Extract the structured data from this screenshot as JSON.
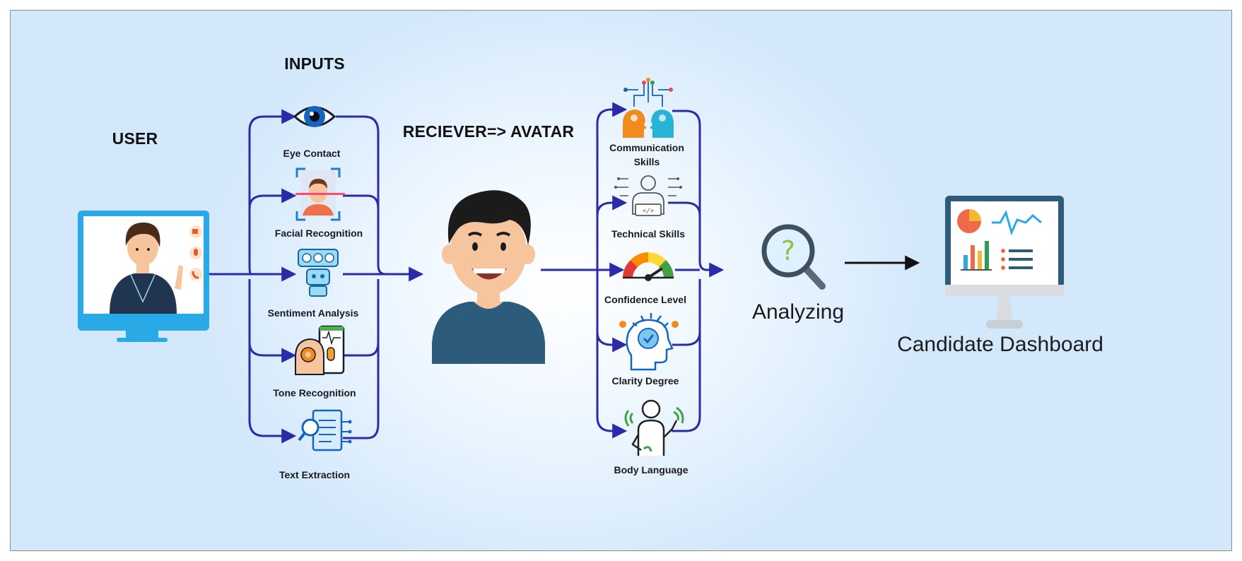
{
  "headers": {
    "user": "USER",
    "inputs": "INPUTS",
    "receiver": "RECIEVER=> AVATAR"
  },
  "inputs": [
    {
      "label": "Eye Contact",
      "icon": "eye-icon"
    },
    {
      "label": "Facial Recognition",
      "icon": "face-scan-icon"
    },
    {
      "label": "Sentiment Analysis",
      "icon": "sentiment-robot-icon"
    },
    {
      "label": "Tone Recognition",
      "icon": "voice-tone-icon"
    },
    {
      "label": "Text Extraction",
      "icon": "document-search-icon"
    }
  ],
  "outputs": [
    {
      "label": "Communication Skills",
      "icon": "communication-heads-icon"
    },
    {
      "label": "Technical Skills",
      "icon": "technical-person-icon"
    },
    {
      "label": "Confidence Level",
      "icon": "gauge-icon"
    },
    {
      "label": "Clarity Degree",
      "icon": "brain-head-icon"
    },
    {
      "label": "Body Language",
      "icon": "gesture-person-icon"
    }
  ],
  "analyzing": {
    "label": "Analyzing",
    "icon": "magnifier-question-icon"
  },
  "dashboard": {
    "label": "Candidate Dashboard",
    "icon": "dashboard-monitor-icon"
  },
  "colors": {
    "line": "#2b2aa8",
    "monitor": "#29a9e6",
    "avatar_shirt": "#2d5b7c",
    "skin": "#f6c59e",
    "hair": "#1b1b1b"
  }
}
